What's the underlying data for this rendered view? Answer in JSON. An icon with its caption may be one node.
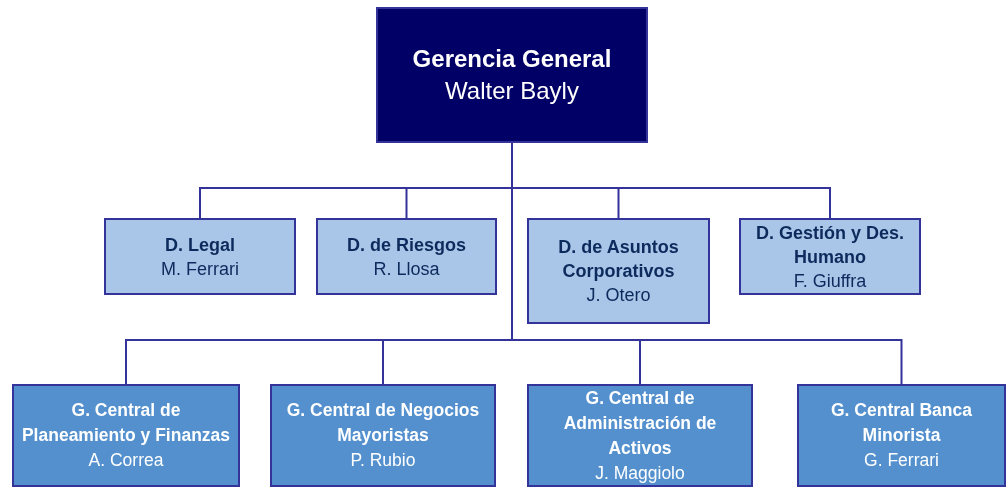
{
  "diagram": {
    "nodes": [
      {
        "text": [
          "Gerencia General",
          "Walter Bayly"
        ]
      },
      {
        "text": [
          "D. Legal",
          "M. Ferrari"
        ]
      },
      {
        "text": [
          "D. de Riesgos",
          "R. Llosa"
        ]
      },
      {
        "text": [
          "D. de Asuntos Corporativos",
          "J. Otero"
        ]
      },
      {
        "text": [
          "D. Gestión y Des. Humano",
          "F. Giuffra"
        ]
      },
      {
        "text": [
          "G. Central de Planeamiento y Finanzas",
          "A. Correa"
        ]
      },
      {
        "text": [
          "G. Central de Negocios Mayoristas",
          "P. Rubio"
        ]
      },
      {
        "text": [
          "G. Central de Administración de Activos",
          "J. Maggiolo"
        ]
      },
      {
        "text": [
          "G. Central Banca Minorista",
          "G. Ferrari"
        ]
      }
    ],
    "edges": [
      {
        "from": 0,
        "to": 1,
        "arrow": "none"
      },
      {
        "from": 0,
        "to": 2,
        "arrow": "none"
      },
      {
        "from": 0,
        "to": 3,
        "arrow": "none"
      },
      {
        "from": 0,
        "to": 4,
        "arrow": "none"
      },
      {
        "from": 0,
        "to": 5,
        "arrow": "none"
      },
      {
        "from": 0,
        "to": 6,
        "arrow": "none"
      },
      {
        "from": 0,
        "to": 7,
        "arrow": "none"
      },
      {
        "from": 0,
        "to": 8,
        "arrow": "none"
      }
    ]
  }
}
